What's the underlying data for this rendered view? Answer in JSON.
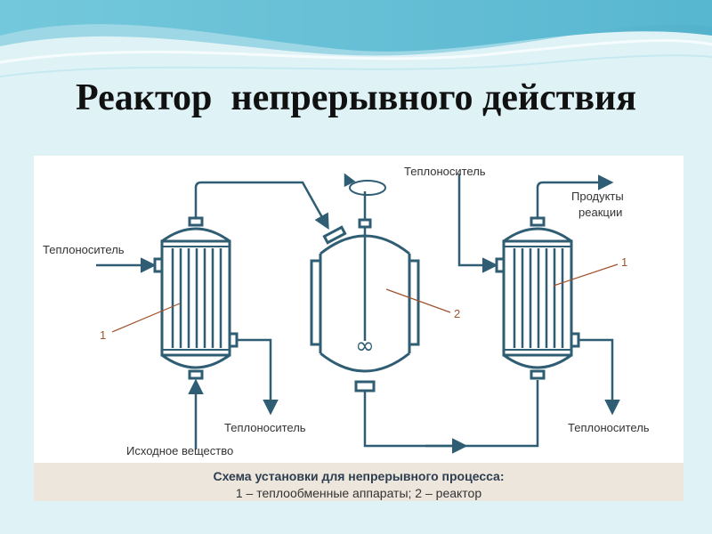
{
  "slide": {
    "title": "Реактор  непрерывного действия"
  },
  "colors": {
    "equipment": "#2f5d73",
    "leader_line": "#a0522d",
    "caption_bg": "#ede6dc",
    "background": "#dff3f7"
  },
  "diagram": {
    "labels": {
      "heat_carrier_in_left": "Теплоноситель",
      "heat_carrier_out_left": "Теплоноситель",
      "heat_carrier_top": "Теплоноситель",
      "heat_carrier_out_right": "Теплоноситель",
      "feed": "Исходное вещество",
      "products_line1": "Продукты",
      "products_line2": "реакции",
      "num_left": "1",
      "num_reactor": "2",
      "num_right": "1"
    },
    "icons": [
      "rotation-arrow-icon",
      "flow-arrow-icon",
      "stirrer-icon"
    ]
  },
  "caption": {
    "line1": "Схема установки для непрерывного процесса:",
    "line2": "1 – теплообменные аппараты; 2 – реактор"
  }
}
